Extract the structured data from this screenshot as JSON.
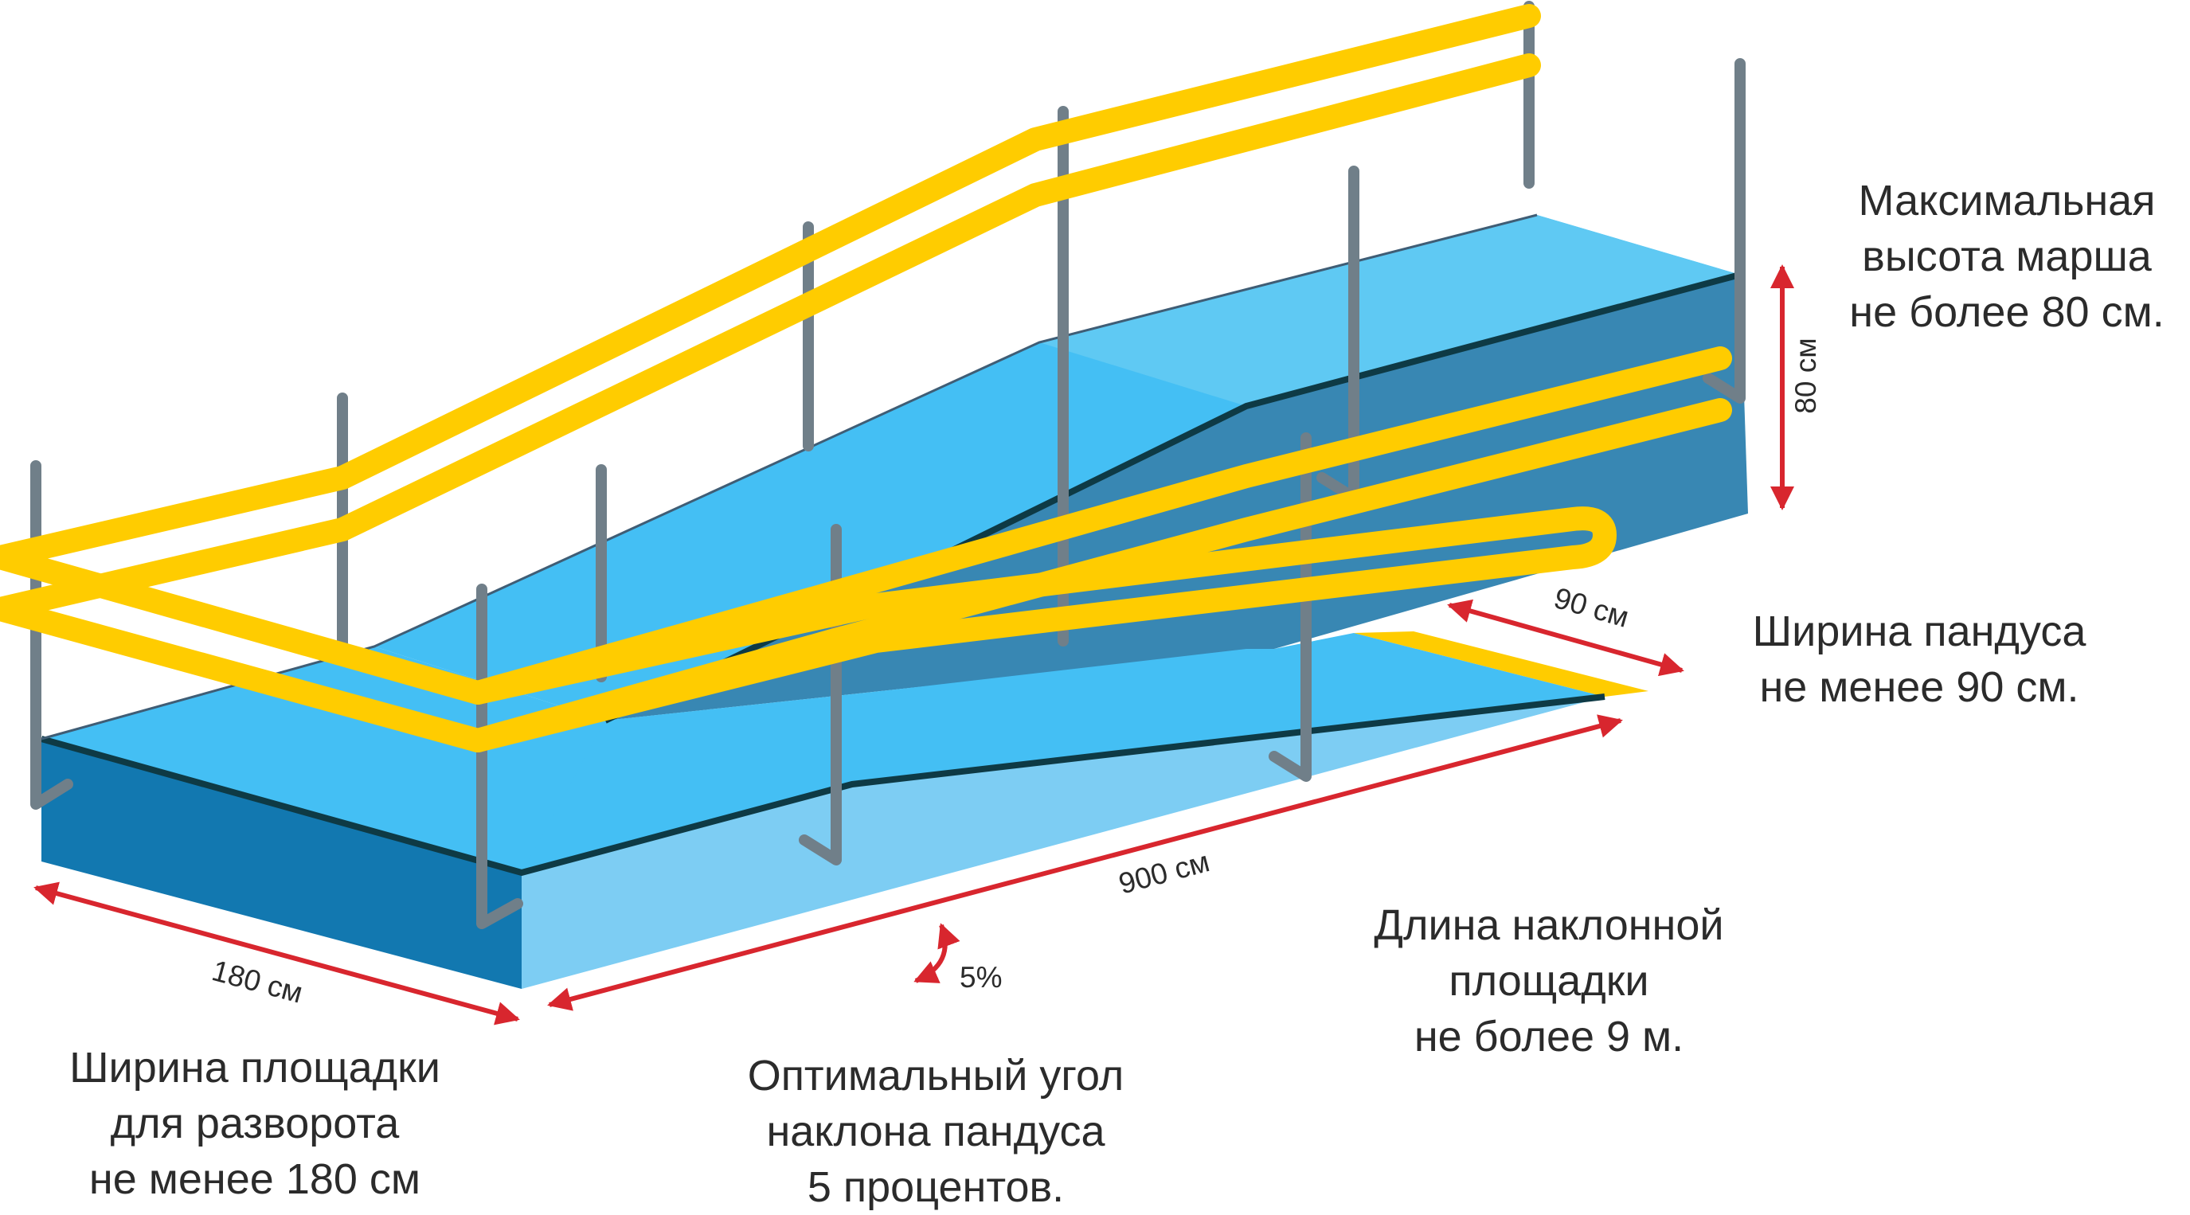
{
  "diagram": {
    "colors": {
      "rail": "#FFCC00",
      "post": "#707F89",
      "surface_light": "#44BFF4",
      "surface_pale": "#7DCDF3",
      "side_dark": "#1278B0",
      "side_mid": "#3887B3",
      "edge": "#0E3A45",
      "dimension": "#D8262E",
      "text": "#2B2B2B"
    },
    "dimensions": {
      "height": "80 см",
      "ramp_width": "90 см",
      "ramp_length": "900 см",
      "platform_width": "180 см",
      "slope": "5%"
    },
    "captions": {
      "max_height": [
        "Максимальная",
        "высота марша",
        "не более 80 см."
      ],
      "ramp_width": [
        "Ширина пандуса",
        "не менее 90 см."
      ],
      "ramp_length": [
        "Длина наклонной",
        "площадки",
        "не более 9 м."
      ],
      "platform_width": [
        "Ширина площадки",
        "для разворота",
        "не менее 180 см"
      ],
      "slope_angle": [
        "Оптимальный угол",
        "наклона пандуса",
        "5 процентов."
      ]
    }
  }
}
